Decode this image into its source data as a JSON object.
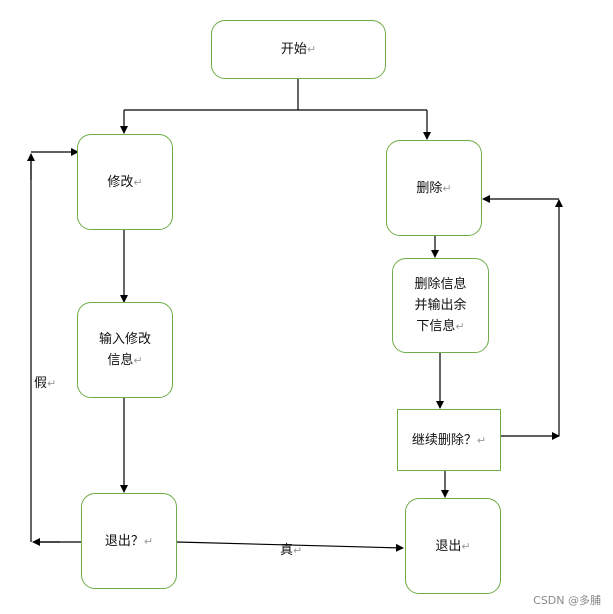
{
  "nodes": {
    "start": "开始",
    "modify": "修改",
    "input_modify": [
      "输入修改",
      "信息"
    ],
    "exit_left": "退出？",
    "delete": "删除",
    "delete_info": [
      "删除信息",
      "并输出余",
      "下信息"
    ],
    "continue_delete": "继续删除？",
    "exit_right": "退出"
  },
  "edge_labels": {
    "false_label": "假",
    "true_label": "真"
  },
  "paragraph_mark": "↵",
  "watermark": "CSDN @多脯"
}
